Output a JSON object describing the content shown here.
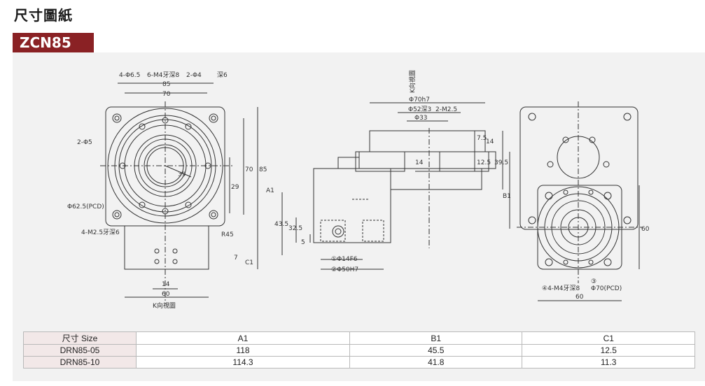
{
  "title": "尺寸圖紙",
  "model": "ZCN85",
  "drawing": {
    "view1_labels": {
      "holes_top": "4-Φ6.5",
      "thread": "6-M4牙深8",
      "pin": "2-Φ4",
      "pin_depth": "深6",
      "pin2": "2-Φ5",
      "d85": "85",
      "d70": "70",
      "d39": "39",
      "d29": "29",
      "d70v": "70",
      "d85v": "85",
      "a1": "A1",
      "pcd": "Φ62.5(PCD)",
      "thread2": "4-M2.5牙深6",
      "r45": "R45",
      "d7": "7",
      "c1": "C1",
      "d14": "14",
      "d60": "60",
      "kview": "K向視圖"
    },
    "view2_labels": {
      "kview": "K向視圖",
      "phi70": "Φ70h7",
      "phi52": "Φ52深3",
      "m25": "2-M2.5",
      "phi33": "Φ33",
      "d7_5": "7.5",
      "d14": "14",
      "d12_5": "12.5",
      "d39_5": "39.5",
      "d14b": "14",
      "b1": "B1",
      "d43_5": "43.5",
      "d32_5": "32.5",
      "d5": "5",
      "phi14": "①Φ14F6",
      "phi50": "②Φ50H7"
    },
    "view3_labels": {
      "d60v": "60",
      "circ3": "③",
      "m4": "④4-M4牙深8",
      "pcd70": "Φ70(PCD)",
      "d60": "60"
    }
  },
  "table": {
    "headers": [
      "尺寸 Size",
      "A1",
      "B1",
      "C1"
    ],
    "rows": [
      [
        "DRN85-05",
        "118",
        "45.5",
        "12.5"
      ],
      [
        "DRN85-10",
        "114.3",
        "41.8",
        "11.3"
      ]
    ]
  },
  "colors": {
    "badge": "#8a2124",
    "panel": "#f2f2f2",
    "line": "#333333"
  }
}
